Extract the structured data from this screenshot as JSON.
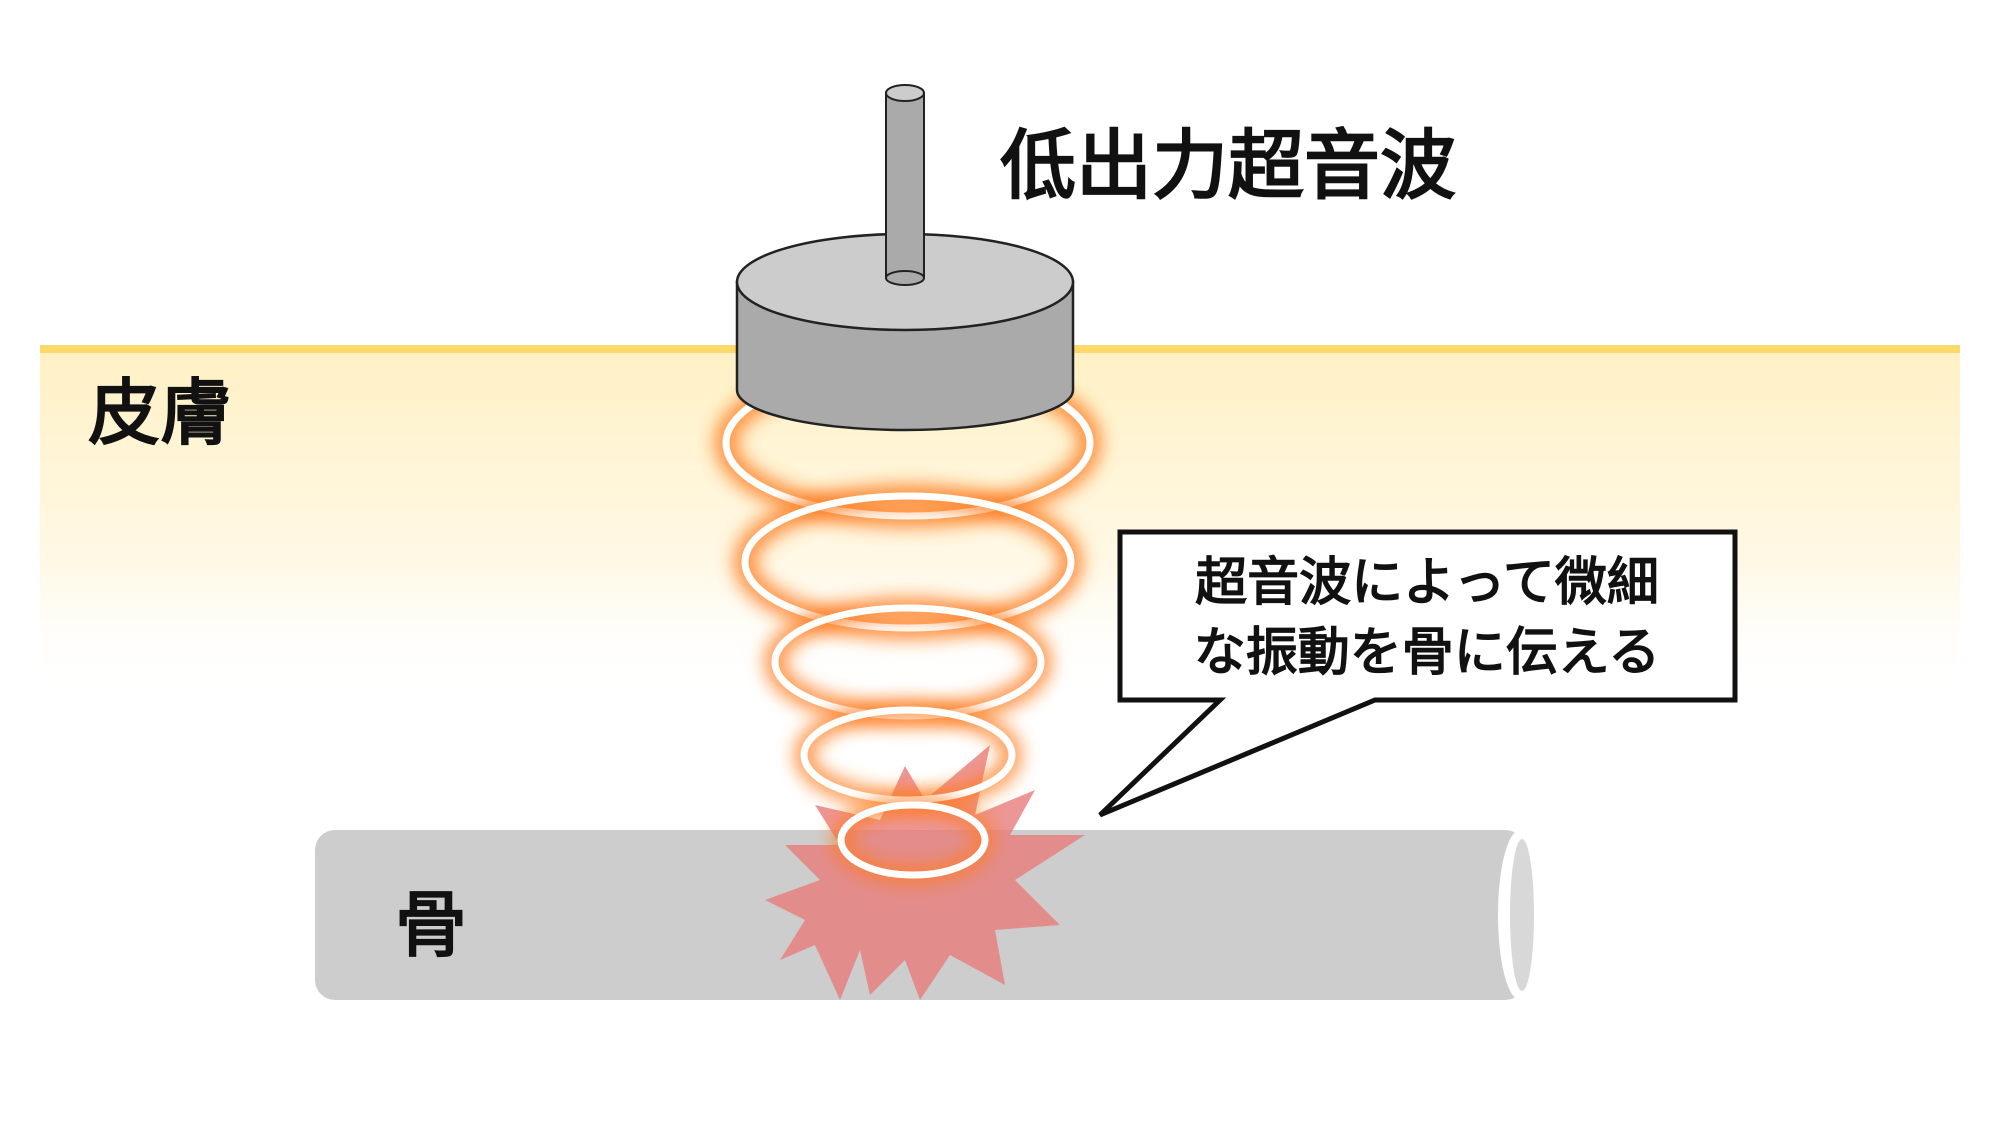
{
  "labels": {
    "title": "低出力超音波",
    "skin": "皮膚",
    "bone": "骨",
    "callout_line1": "超音波によって微細",
    "callout_line2": "な振動を骨に伝える"
  },
  "colors": {
    "skin_line": "#FDD96B",
    "skin_fill": "#FFF3CE",
    "probe_dark": "#AAAAAA",
    "probe_light": "#CCCCCC",
    "bone": "#CDCDCD",
    "wave_glow": "#FF7A1F",
    "wave_core": "#FFFFFF",
    "impact": "#E87C7C",
    "text": "#111111"
  },
  "icons": {
    "probe": "ultrasound-probe-icon",
    "waves": "ultrasound-wave-rings",
    "impact": "impact-burst-icon"
  }
}
